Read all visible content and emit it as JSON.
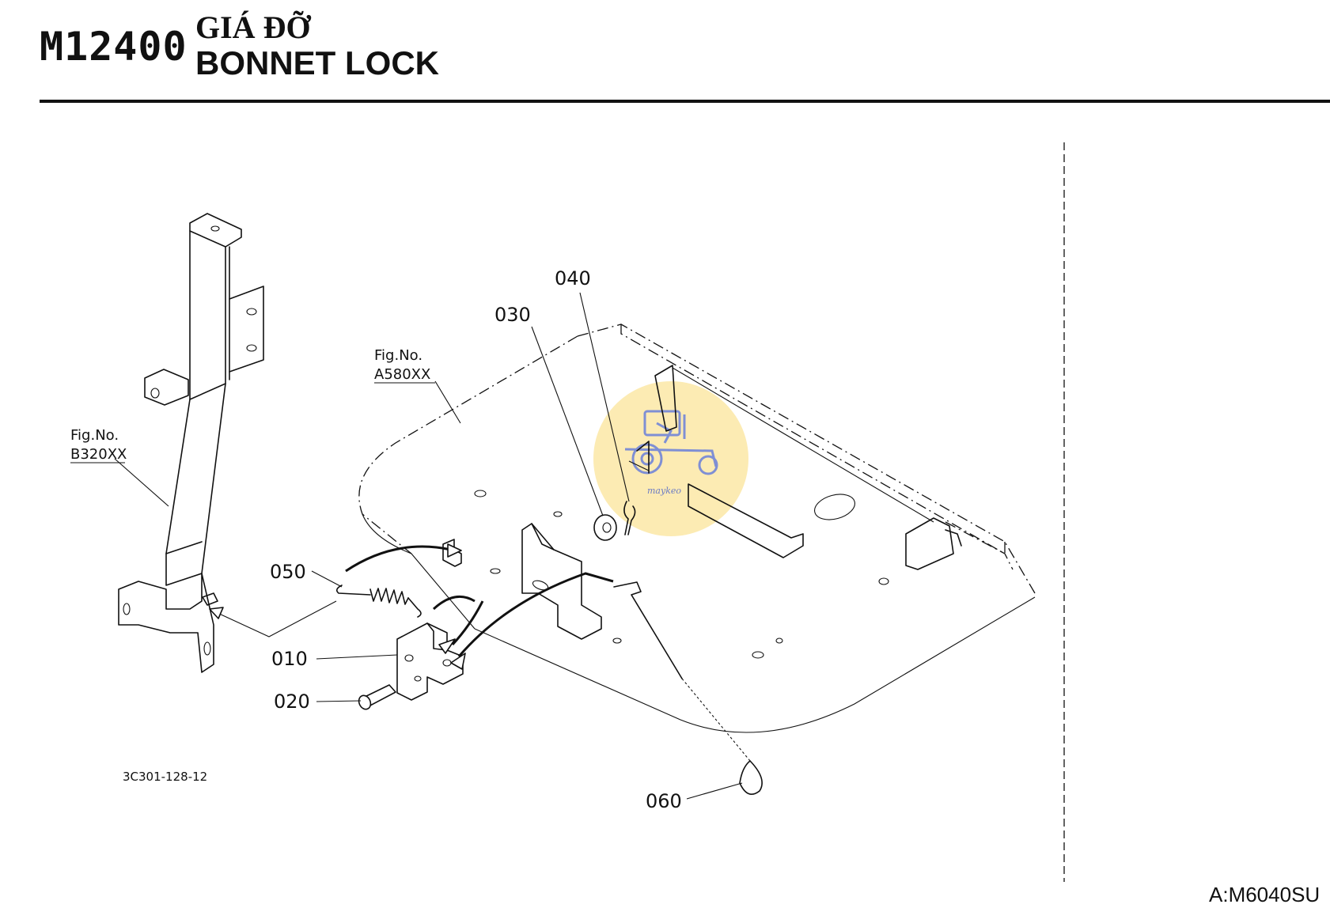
{
  "header": {
    "code": "M12400",
    "title_vi": "GIÁ ĐỠ",
    "title_en": "BONNET LOCK"
  },
  "figure_refs": [
    {
      "line1": "Fig.No.",
      "line2": "B320XX"
    },
    {
      "line1": "Fig.No.",
      "line2": "A580XX"
    }
  ],
  "callouts": [
    {
      "label": "010"
    },
    {
      "label": "020"
    },
    {
      "label": "030"
    },
    {
      "label": "040"
    },
    {
      "label": "050"
    },
    {
      "label": "060"
    }
  ],
  "drawing_number": "3C301-128-12",
  "model_ref": "A:M6040SU",
  "watermark": {
    "text": "maykeo",
    "color": "#fbe8a6",
    "icon": "tractor-icon"
  }
}
